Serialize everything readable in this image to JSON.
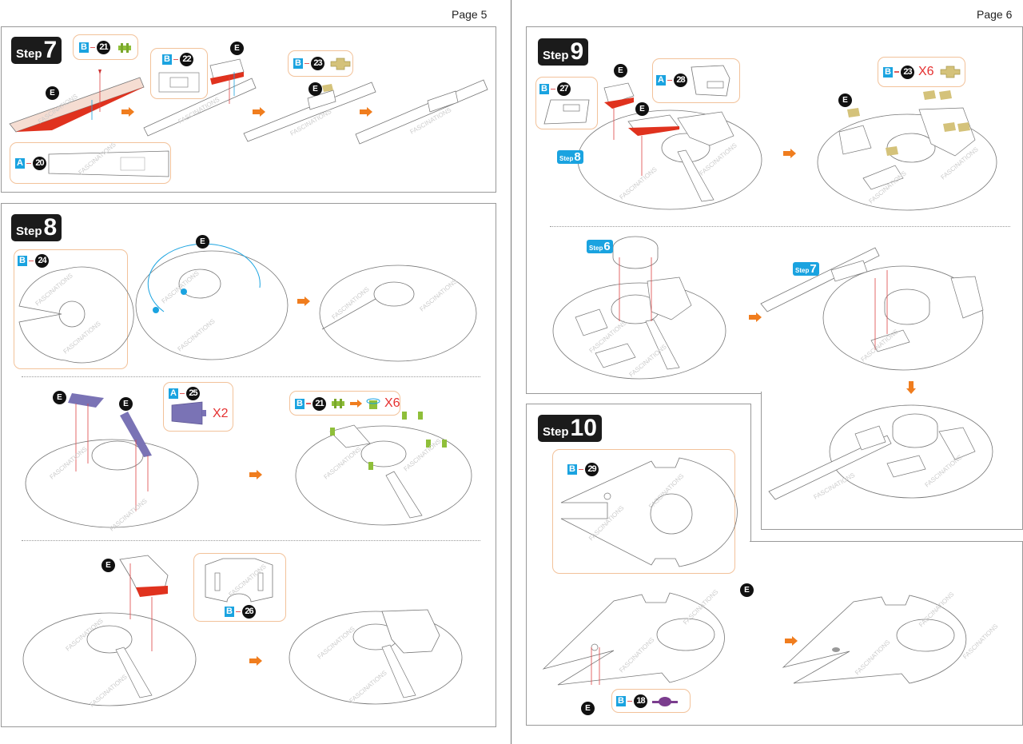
{
  "pages": [
    {
      "label": "Page 5"
    },
    {
      "label": "Page 6"
    }
  ],
  "watermark": "FASCINATIONS",
  "marker_e": "E",
  "step_word": "Step",
  "colors": {
    "badge": "#1b1b1b",
    "sheet": "#1aa3e0",
    "callout_border": "#f2c29a",
    "arrow": "#f07d1e",
    "highlight_red": "#e0321e",
    "multiplier": "#e53030"
  },
  "steps": {
    "s7": {
      "number": "7",
      "parts": [
        {
          "sheet": "B",
          "num": "21",
          "icon": "green-clip-icon"
        },
        {
          "sheet": "B",
          "num": "22"
        },
        {
          "sheet": "B",
          "num": "23",
          "icon": "gold-piece-icon"
        },
        {
          "sheet": "A",
          "num": "20"
        }
      ]
    },
    "s8": {
      "number": "8",
      "parts": [
        {
          "sheet": "B",
          "num": "24"
        },
        {
          "sheet": "A",
          "num": "25",
          "mult": "X2"
        },
        {
          "sheet": "B",
          "num": "21",
          "mult": "X6"
        },
        {
          "sheet": "B",
          "num": "26"
        }
      ]
    },
    "s9": {
      "number": "9",
      "ref_step": "8",
      "parts": [
        {
          "sheet": "B",
          "num": "27"
        },
        {
          "sheet": "A",
          "num": "28"
        },
        {
          "sheet": "B",
          "num": "23",
          "mult": "X6"
        }
      ],
      "sub_refs": {
        "step6": "6",
        "step7": "7"
      }
    },
    "s10": {
      "number": "10",
      "parts": [
        {
          "sheet": "B",
          "num": "29"
        },
        {
          "sheet": "B",
          "num": "18"
        }
      ]
    }
  }
}
